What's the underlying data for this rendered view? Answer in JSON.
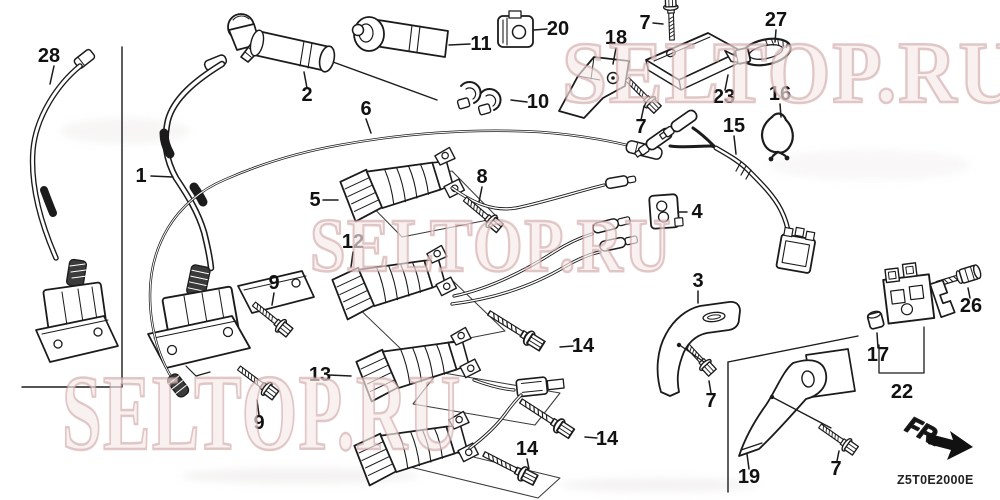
{
  "watermark": {
    "text": "SELTOP.RU"
  },
  "footer": {
    "diagram_code": "Z5T0E2000E",
    "fr_label": "FR."
  },
  "callouts": {
    "p1": "1",
    "p2": "2",
    "p3": "3",
    "p4": "4",
    "p5": "5",
    "p6": "6",
    "p7": "7",
    "p8": "8",
    "p9": "9",
    "p10": "10",
    "p11": "11",
    "p12": "12",
    "p13": "13",
    "p14": "14",
    "p15": "15",
    "p16": "16",
    "p17": "17",
    "p18": "18",
    "p19": "19",
    "p20": "20",
    "p22": "22",
    "p23": "23",
    "p26": "26",
    "p27": "27",
    "p28": "28"
  }
}
